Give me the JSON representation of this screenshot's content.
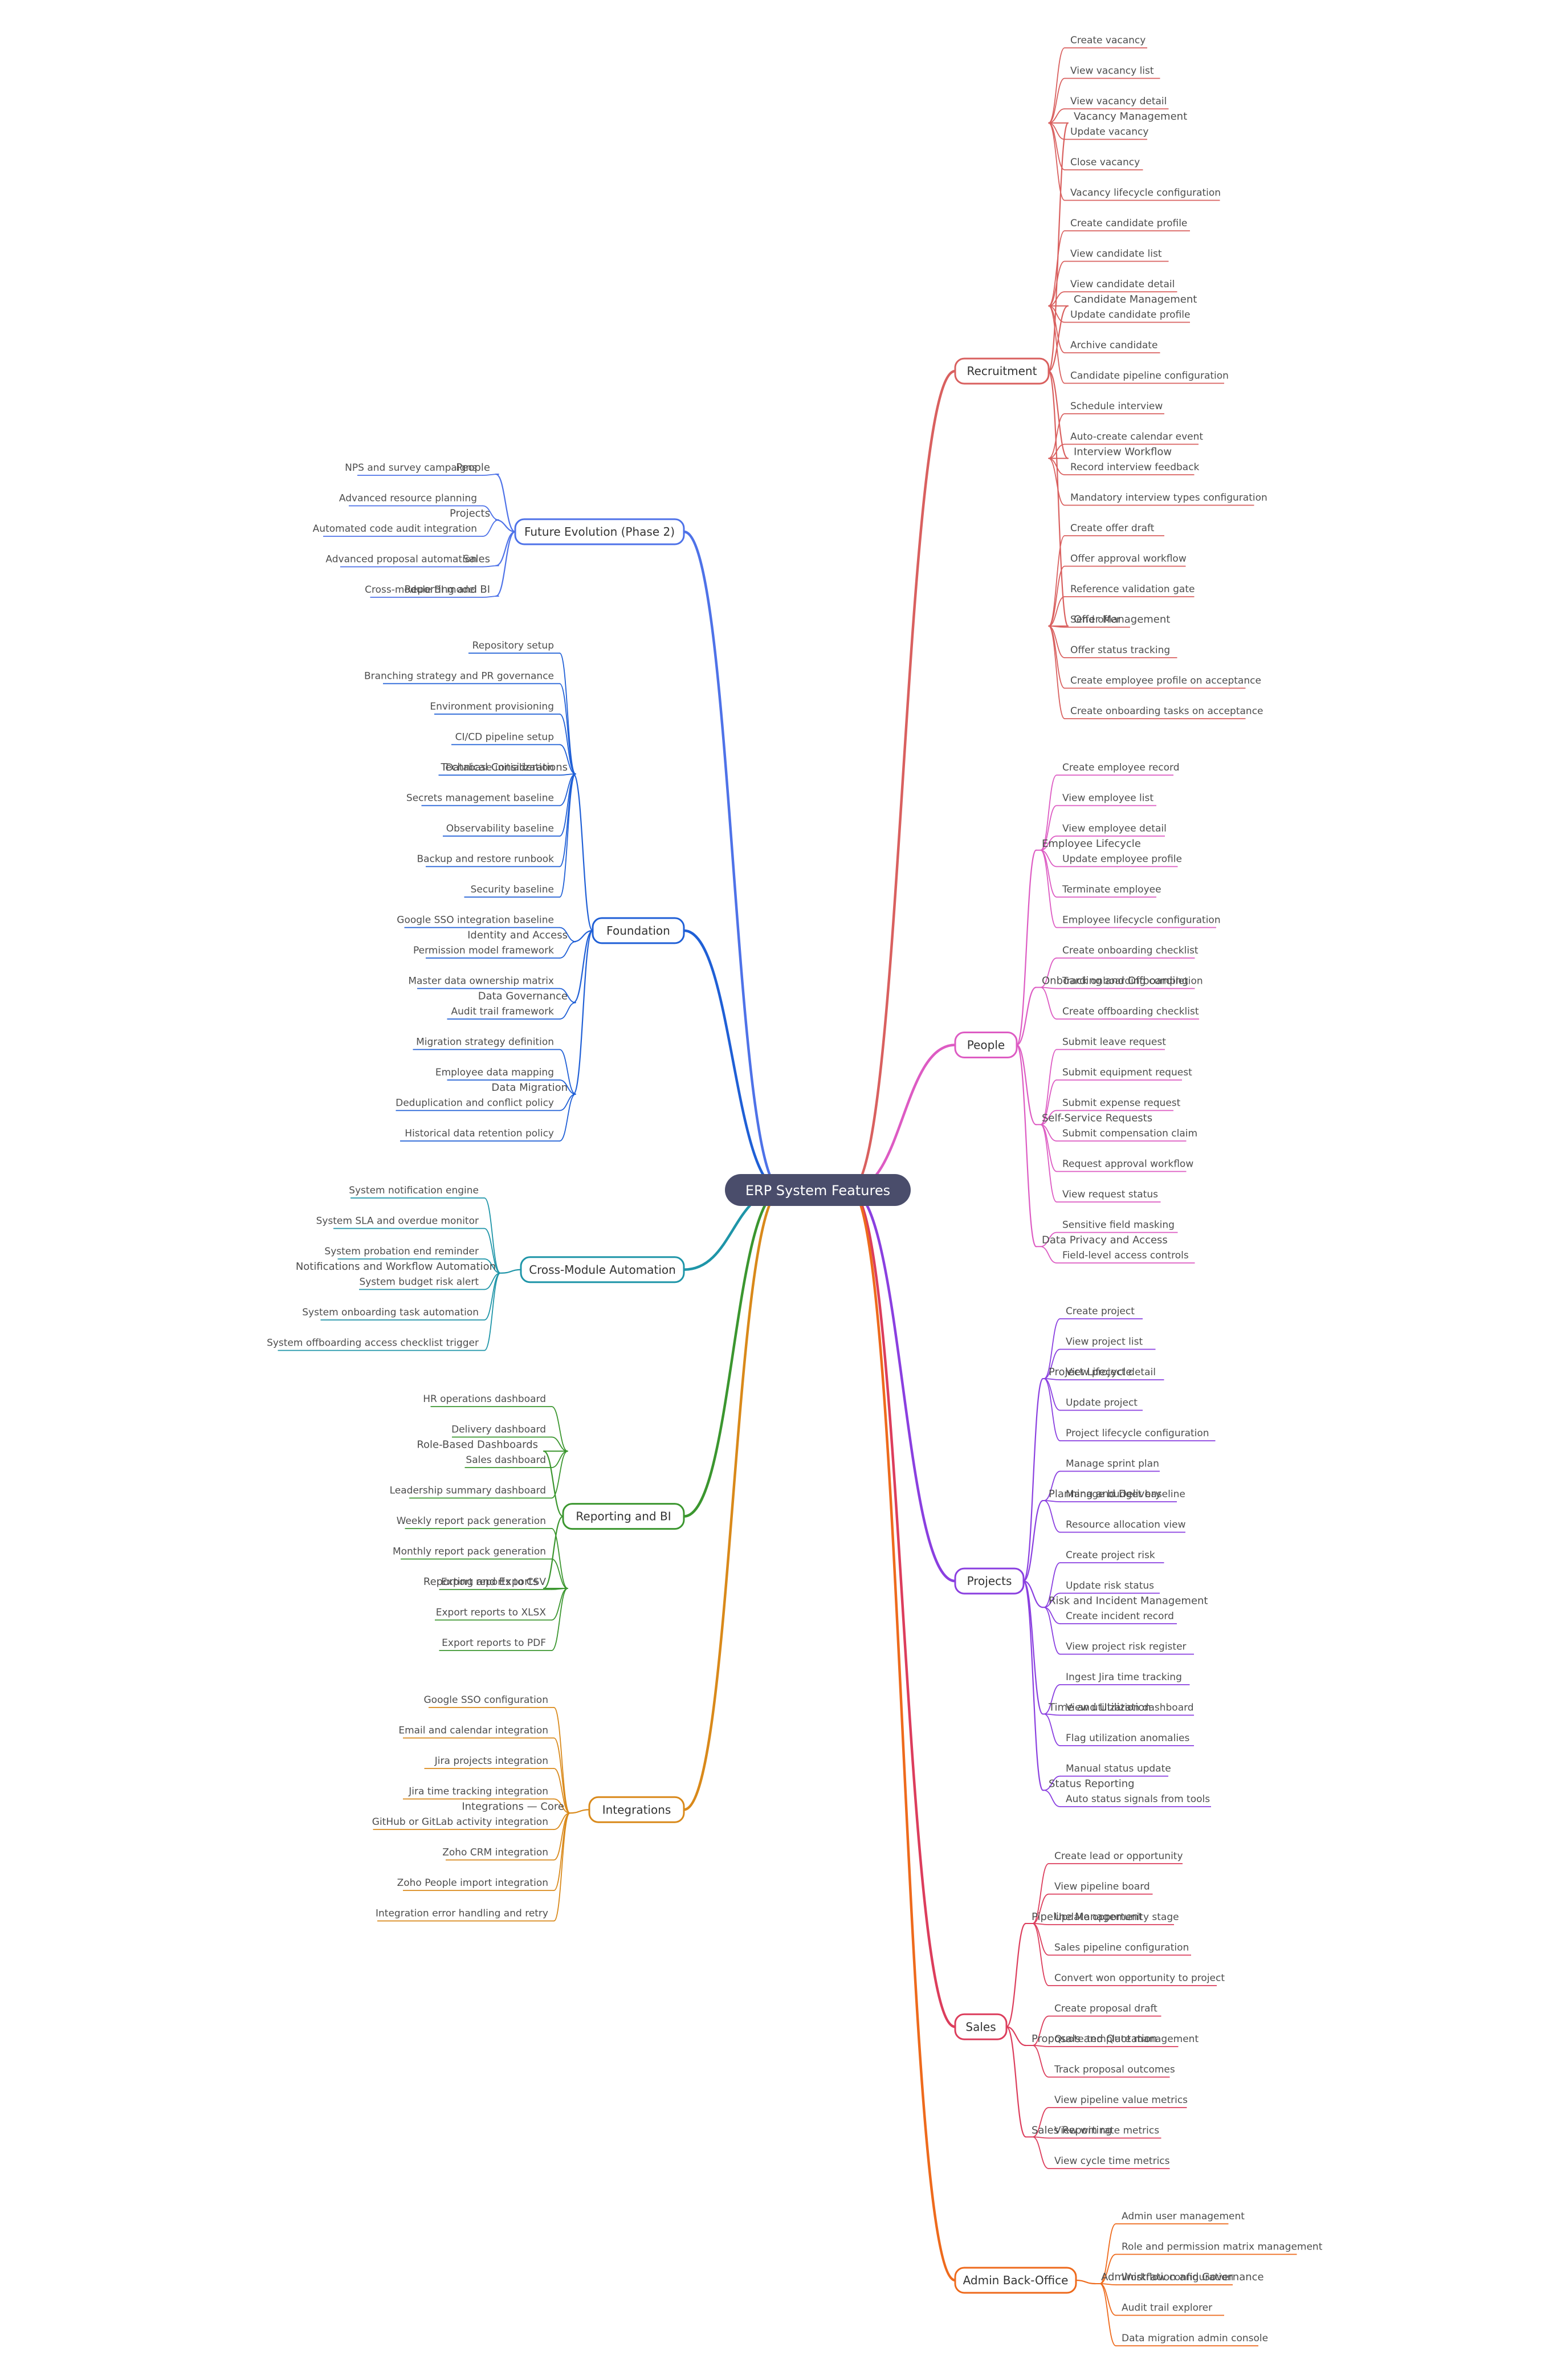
{
  "root": {
    "label": "ERP System Features",
    "color": "#4a4d6b"
  },
  "right": [
    {
      "label": "Recruitment",
      "color": "#d9605f",
      "groups": [
        {
          "label": "Vacancy Management",
          "leaves": [
            "Create vacancy",
            "View vacancy list",
            "View vacancy detail",
            "Update vacancy",
            "Close vacancy",
            "Vacancy lifecycle configuration"
          ]
        },
        {
          "label": "Candidate Management",
          "leaves": [
            "Create candidate profile",
            "View candidate list",
            "View candidate detail",
            "Update candidate profile",
            "Archive candidate",
            "Candidate pipeline configuration"
          ]
        },
        {
          "label": "Interview Workflow",
          "leaves": [
            "Schedule interview",
            "Auto-create calendar event",
            "Record interview feedback",
            "Mandatory interview types configuration"
          ]
        },
        {
          "label": "Offer Management",
          "leaves": [
            "Create offer draft",
            "Offer approval workflow",
            "Reference validation gate",
            "Send offer",
            "Offer status tracking",
            "Create employee profile on acceptance",
            "Create onboarding tasks on acceptance"
          ]
        }
      ]
    },
    {
      "label": "People",
      "color": "#dd5bc3",
      "groups": [
        {
          "label": "Employee Lifecycle",
          "leaves": [
            "Create employee record",
            "View employee list",
            "View employee detail",
            "Update employee profile",
            "Terminate employee",
            "Employee lifecycle configuration"
          ]
        },
        {
          "label": "Onboarding and Offboarding",
          "leaves": [
            "Create onboarding checklist",
            "Track onboarding completion",
            "Create offboarding checklist"
          ]
        },
        {
          "label": "Self-Service Requests",
          "leaves": [
            "Submit leave request",
            "Submit equipment request",
            "Submit expense request",
            "Submit compensation claim",
            "Request approval workflow",
            "View request status"
          ]
        },
        {
          "label": "Data Privacy and Access",
          "leaves": [
            "Sensitive field masking",
            "Field-level access controls"
          ]
        }
      ]
    },
    {
      "label": "Projects",
      "color": "#8a3fe0",
      "groups": [
        {
          "label": "Project Lifecycle",
          "leaves": [
            "Create project",
            "View project list",
            "View project detail",
            "Update project",
            "Project lifecycle configuration"
          ]
        },
        {
          "label": "Planning and Delivery",
          "leaves": [
            "Manage sprint plan",
            "Manage budget baseline",
            "Resource allocation view"
          ]
        },
        {
          "label": "Risk and Incident Management",
          "leaves": [
            "Create project risk",
            "Update risk status",
            "Create incident record",
            "View project risk register"
          ]
        },
        {
          "label": "Time and Utilization",
          "leaves": [
            "Ingest Jira time tracking",
            "View utilization dashboard",
            "Flag utilization anomalies"
          ]
        },
        {
          "label": "Status Reporting",
          "leaves": [
            "Manual status update",
            "Auto status signals from tools"
          ]
        }
      ]
    },
    {
      "label": "Sales",
      "color": "#dc3d5c",
      "groups": [
        {
          "label": "Pipeline Management",
          "leaves": [
            "Create lead or opportunity",
            "View pipeline board",
            "Update opportunity stage",
            "Sales pipeline configuration",
            "Convert won opportunity to project"
          ]
        },
        {
          "label": "Proposals and Quotation",
          "leaves": [
            "Create proposal draft",
            "Quote template management",
            "Track proposal outcomes"
          ]
        },
        {
          "label": "Sales Reporting",
          "leaves": [
            "View pipeline value metrics",
            "View win rate metrics",
            "View cycle time metrics"
          ]
        }
      ]
    },
    {
      "label": "Admin Back-Office",
      "color": "#ee6a1c",
      "groups": [
        {
          "label": "Administration and Governance",
          "leaves": [
            "Admin user management",
            "Role and permission matrix management",
            "Workflow configuration",
            "Audit trail explorer",
            "Data migration admin console"
          ]
        }
      ]
    }
  ],
  "left": [
    {
      "label": "Future Evolution (Phase 2)",
      "color": "#4e72e8",
      "groups": [
        {
          "label": "People",
          "leaves": [
            "NPS and survey campaigns"
          ]
        },
        {
          "label": "Projects",
          "leaves": [
            "Advanced resource planning",
            "Automated code audit integration"
          ]
        },
        {
          "label": "Sales",
          "leaves": [
            "Advanced proposal automation"
          ]
        },
        {
          "label": "Reporting and BI",
          "leaves": [
            "Cross-module BI model"
          ]
        }
      ]
    },
    {
      "label": "Foundation",
      "color": "#1f5fd6",
      "groups": [
        {
          "label": "Technical Considerations",
          "leaves": [
            "Repository setup",
            "Branching strategy and PR governance",
            "Environment provisioning",
            "CI/CD pipeline setup",
            "Database initialization",
            "Secrets management baseline",
            "Observability baseline",
            "Backup and restore runbook",
            "Security baseline"
          ]
        },
        {
          "label": "Identity and Access",
          "leaves": [
            "Google SSO integration baseline",
            "Permission model framework"
          ]
        },
        {
          "label": "Data Governance",
          "leaves": [
            "Master data ownership matrix",
            "Audit trail framework"
          ]
        },
        {
          "label": "Data Migration",
          "leaves": [
            "Migration strategy definition",
            "Employee data mapping",
            "Deduplication and conflict policy",
            "Historical data retention policy"
          ]
        }
      ]
    },
    {
      "label": "Cross-Module Automation",
      "color": "#1e95a8",
      "groups": [
        {
          "label": "Notifications and Workflow Automation",
          "leaves": [
            "System notification engine",
            "System SLA and overdue monitor",
            "System probation end reminder",
            "System budget risk alert",
            "System onboarding task automation",
            "System offboarding access checklist trigger"
          ]
        }
      ]
    },
    {
      "label": "Reporting and BI",
      "color": "#3b962f",
      "groups": [
        {
          "label": "Role-Based Dashboards",
          "leaves": [
            "HR operations dashboard",
            "Delivery dashboard",
            "Sales dashboard",
            "Leadership summary dashboard"
          ]
        },
        {
          "label": "Reporting and Exports",
          "leaves": [
            "Weekly report pack generation",
            "Monthly report pack generation",
            "Export reports to CSV",
            "Export reports to XLSX",
            "Export reports to PDF"
          ]
        }
      ]
    },
    {
      "label": "Integrations",
      "color": "#d9891a",
      "groups": [
        {
          "label": "Integrations — Core",
          "leaves": [
            "Google SSO configuration",
            "Email and calendar integration",
            "Jira projects integration",
            "Jira time tracking integration",
            "GitHub or GitLab activity integration",
            "Zoho CRM integration",
            "Zoho People import integration",
            "Integration error handling and retry"
          ]
        }
      ]
    }
  ]
}
